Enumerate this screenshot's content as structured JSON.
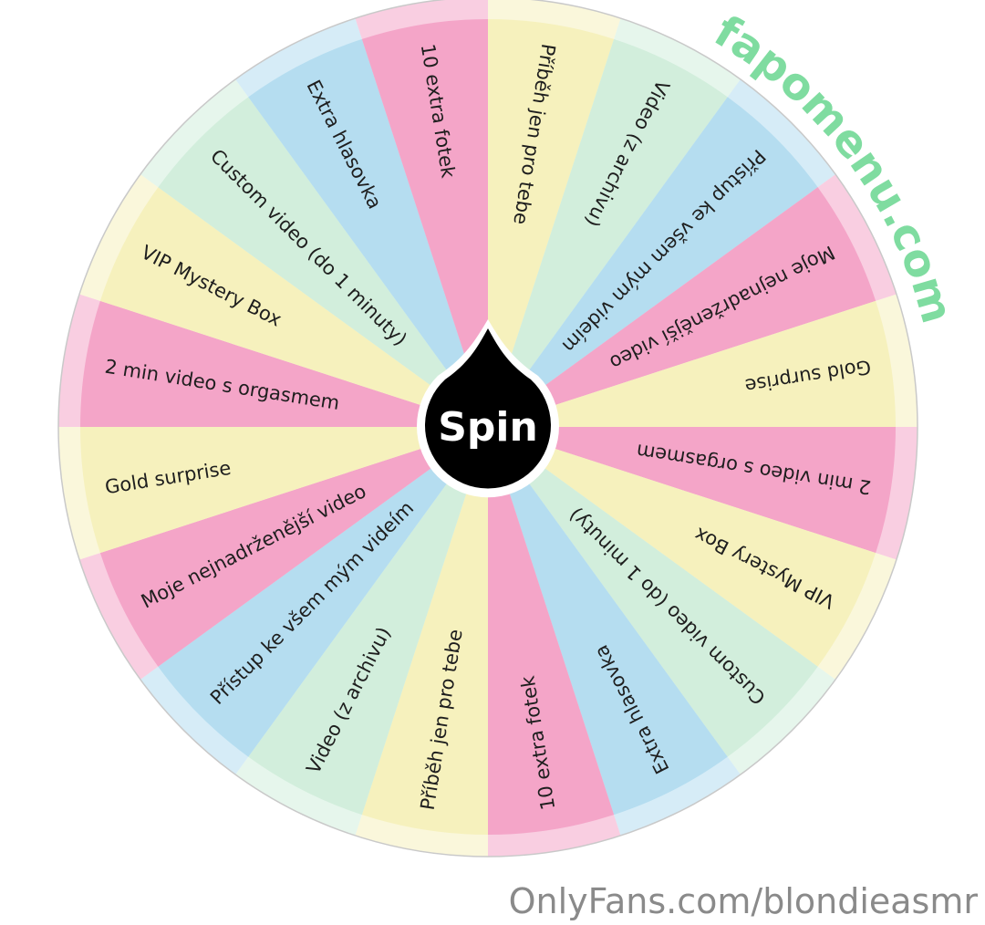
{
  "wheel": {
    "segments": [
      {
        "label": "Příběh jen pro tebe",
        "color": "yellow"
      },
      {
        "label": "Video (z archivu)",
        "color": "green"
      },
      {
        "label": "Přístup ke všem mým videím",
        "color": "blue"
      },
      {
        "label": "Moje nejnadrženější video",
        "color": "pink"
      },
      {
        "label": "Gold surprise",
        "color": "yellow"
      },
      {
        "label": "2 min video s orgasmem",
        "color": "pink"
      },
      {
        "label": "VIP Mystery Box",
        "color": "yellow"
      },
      {
        "label": "Custom video (do 1 minuty)",
        "color": "green"
      },
      {
        "label": "Extra hlasovka",
        "color": "blue"
      },
      {
        "label": "10 extra fotek",
        "color": "pink"
      },
      {
        "label": "Příběh jen pro tebe",
        "color": "yellow"
      },
      {
        "label": "Video (z archivu)",
        "color": "green"
      },
      {
        "label": "Přístup ke všem mým videím",
        "color": "blue"
      },
      {
        "label": "Moje nejnadrženější video",
        "color": "pink"
      },
      {
        "label": "Gold surprise",
        "color": "yellow"
      },
      {
        "label": "2 min video s orgasmem",
        "color": "pink"
      },
      {
        "label": "VIP Mystery Box",
        "color": "yellow"
      },
      {
        "label": "Custom video (do 1 minuty)",
        "color": "green"
      },
      {
        "label": "Extra hlasovka",
        "color": "blue"
      },
      {
        "label": "10 extra fotek",
        "color": "pink"
      }
    ],
    "palette": {
      "yellow": "#f6f1bd",
      "green": "#d2eedc",
      "blue": "#b5ddf0",
      "pink": "#f4a5c8"
    },
    "spin_label": "Spin"
  },
  "watermark": "fapomenu.com",
  "footer": "OnlyFans.com/blondieasmr"
}
